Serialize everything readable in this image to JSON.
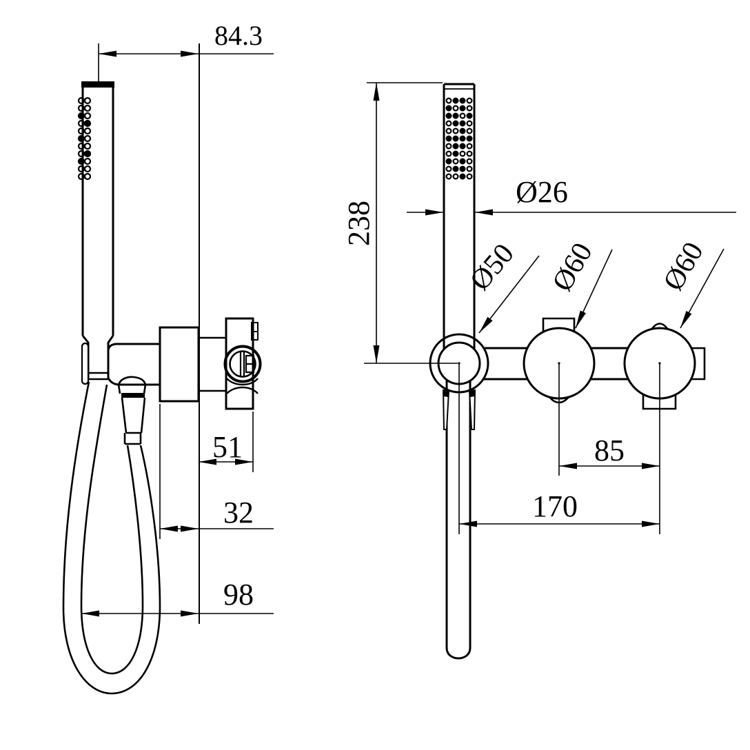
{
  "colors": {
    "background": "#ffffff",
    "line": "#000000"
  },
  "dims": {
    "width_from_wall": "84.3",
    "holder_depth": "51",
    "plate_depth": "32",
    "hose_depth": "98",
    "handle_length": "238",
    "handle_diameter": "Ø26",
    "holder_diameter": "Ø50",
    "left_knob_diameter": "Ø60",
    "right_knob_diameter": "Ø60",
    "knob_spacing": "85",
    "overall_width": "170"
  }
}
